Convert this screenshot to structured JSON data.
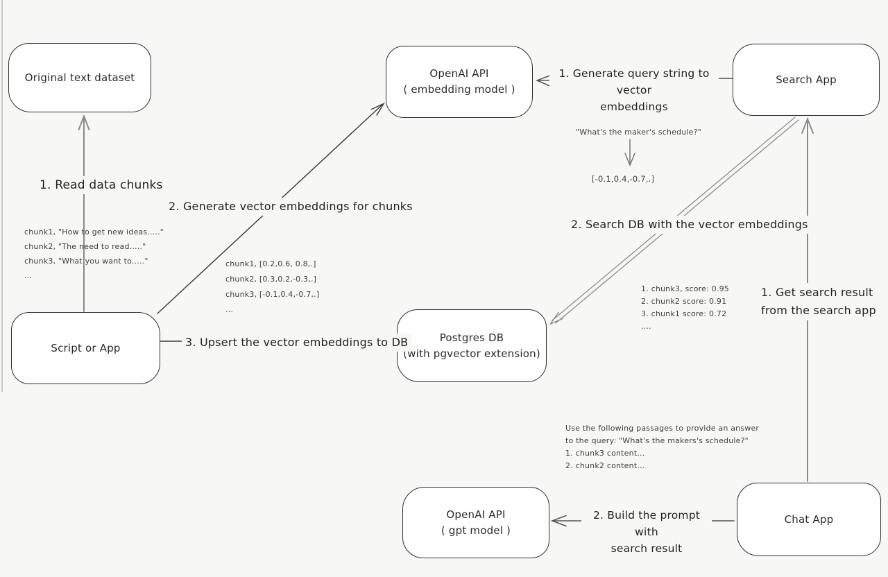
{
  "diagram": {
    "title_implicit": "Vector embedding search flow",
    "colors": {
      "background": "#f7f7f5",
      "box_fill": "#fefefe",
      "box_border": "#2f2f2f",
      "text": "#2b2b2b",
      "arrow_dark": "#3f3f3f",
      "arrow_gray": "#8a8a8a"
    },
    "boxes": {
      "original_dataset": {
        "label": "Original text dataset"
      },
      "openai_embedding": {
        "line1": "OpenAI API",
        "line2": "( embedding model )"
      },
      "search_app": {
        "label": "Search App"
      },
      "script_app": {
        "label": "Script or App"
      },
      "postgres_db": {
        "line1": "Postgres DB",
        "line2": "(with pgvector extension)"
      },
      "openai_gpt": {
        "line1": "OpenAI API",
        "line2": "( gpt model )"
      },
      "chat_app": {
        "label": "Chat App"
      }
    },
    "edge_labels": {
      "read_chunks": "1. Read data chunks",
      "generate_embeddings": "2. Generate vector embeddings for chunks",
      "upsert": "3. Upsert the vector embeddings  to DB",
      "query_to_vector": {
        "line1": "1. Generate query string to vector",
        "line2": "embeddings"
      },
      "search_db": "2. Search DB with the vector embeddings",
      "get_result": {
        "line1": "1. Get search result",
        "line2": "from the search app"
      },
      "build_prompt": {
        "line1": "2. Build the prompt with",
        "line2": "search result"
      }
    },
    "annotations": {
      "chunk_texts": {
        "0": "chunk1, \"How to get new ideas.....\"",
        "1": "chunk2, \"The need to read.....\"",
        "2": "chunk3, \"What you want to.....\"",
        "3": "..."
      },
      "chunk_vectors": {
        "0": "chunk1, [0.2,0.6, 0.8,.]",
        "1": "chunk2, [0.3,0.2,-0.3,.]",
        "2": "chunk3, [-0.1,0.4,-0.7,.]",
        "3": "..."
      },
      "query_example": "\"What's the maker's schedule?\"",
      "query_vector": "[-0.1,0.4,-0.7,.]",
      "search_scores": {
        "0": "1. chunk3, score: 0.95",
        "1": "2. chunk2 score: 0.91",
        "2": "3. chunk1 score: 0.72",
        "3": "...."
      },
      "prompt_preview": {
        "0": "Use the following passages to provide an answer",
        "1": "to the query: \"What's the makers's schedule?\"",
        "2": "1. chunk3 content...",
        "3": "2. chunk2 content..."
      }
    }
  }
}
